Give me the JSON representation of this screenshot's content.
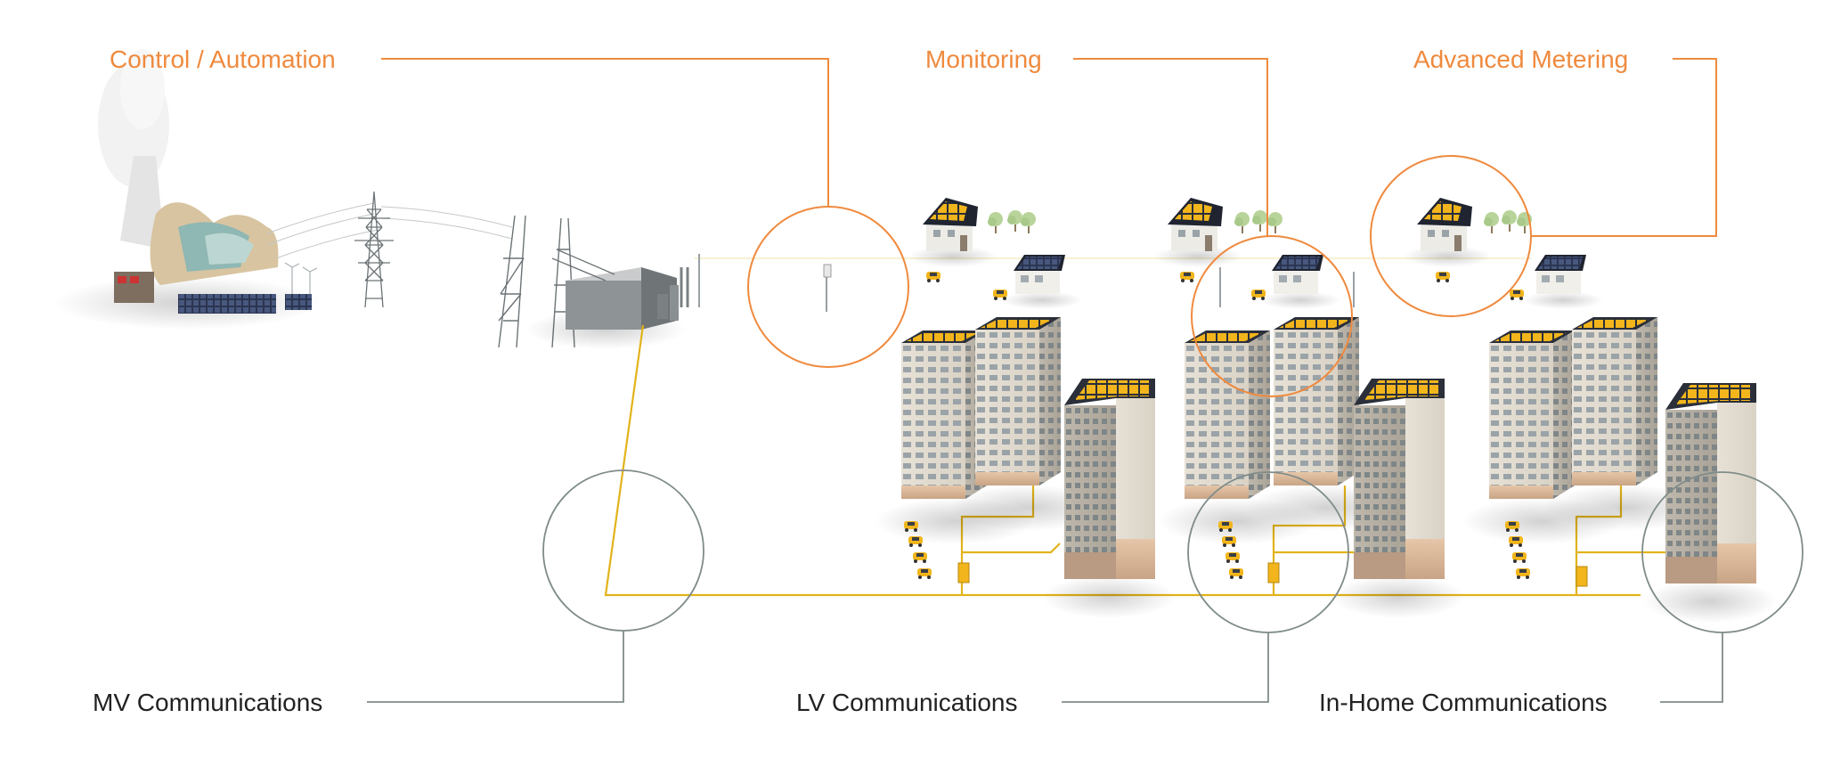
{
  "labels": {
    "control_automation": "Control / Automation",
    "monitoring": "Monitoring",
    "advanced_metering": "Advanced Metering",
    "mv_communications": "MV Communications",
    "lv_communications": "LV Communications",
    "in_home_communications": "In-Home Communications"
  },
  "colors": {
    "accent_orange": "#ef8a3e",
    "callout_gray": "#7f8c8a",
    "line_yellow": "#e2b31a",
    "solar_panel": "#f2b51c",
    "roof_dark": "#1f2430",
    "text_dark": "#222222"
  },
  "icons": [
    "power-plant-icon",
    "transmission-tower-icon",
    "substation-icon",
    "utility-pole-icon",
    "house-icon",
    "apartment-building-icon",
    "electric-car-icon",
    "tree-icon",
    "meter-cabinet-icon"
  ]
}
